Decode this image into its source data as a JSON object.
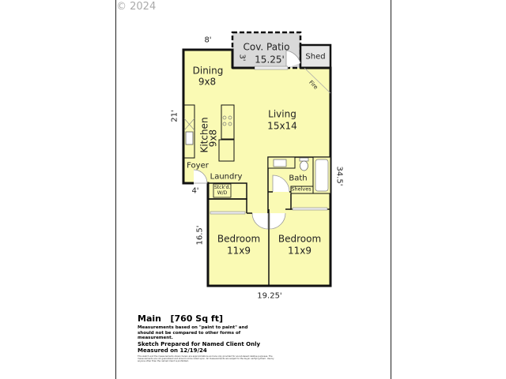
{
  "watermark": "© 2024",
  "rooms": {
    "patio": {
      "name": "Cov. Patio",
      "dim_w": "15.25'",
      "dim_h": "3'"
    },
    "shed": {
      "name": "Shed"
    },
    "dining": {
      "name": "Dining",
      "size": "9x8"
    },
    "living": {
      "name": "Living",
      "size": "15x14"
    },
    "kitchen": {
      "name": "Kitchen",
      "size": "9x8"
    },
    "foyer": {
      "name": "Foyer"
    },
    "laundry": {
      "name": "Laundry",
      "appliance": "Stck'd. W/D"
    },
    "bath": {
      "name": "Bath",
      "shelves": "Shelves"
    },
    "bedroom1": {
      "name": "Bedroom",
      "size": "11x9"
    },
    "bedroom2": {
      "name": "Bedroom",
      "size": "11x9"
    },
    "fireplace": "Fire"
  },
  "dimensions": {
    "top": "8'",
    "left": "21'",
    "foyer": "4'",
    "right": "34.5'",
    "bedrooms_left": "16.5'",
    "bottom": "19.25'"
  },
  "notes": {
    "title": "Main   [760 Sq ft]",
    "line1": "Measurements based on \"paint to paint\" and should not be compared to other forms of measurement.",
    "line2": "Sketch Prepared for Named Client Only",
    "line3": "Measured on 12/19/24",
    "fine_print": "This sketch and the measurements shown herein are approximations and are only provided for sound-based relative purposes. The measurements are not guaranteed and should not be relied upon. All measurements are subject to the buyer verifying them. Use by anyone other than the named client is prohibited."
  },
  "colors": {
    "floor": "#fafab4",
    "patio": "#d9d9d9",
    "wall": "#111111"
  }
}
